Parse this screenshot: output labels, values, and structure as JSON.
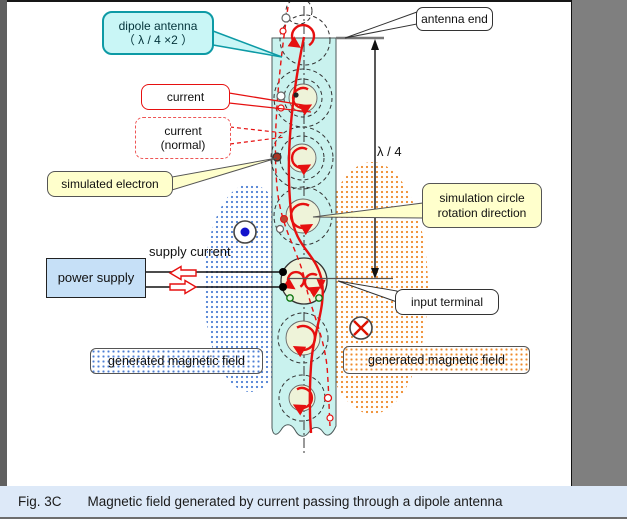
{
  "figure": {
    "caption_prefix": "Fig. 3C",
    "caption_text": "Magnetic field generated by current passing through a dipole antenna"
  },
  "callouts": {
    "dipole_antenna": {
      "line1": "dipole antenna",
      "line2": "（ λ / 4  ×2 ）"
    },
    "antenna_end": "antenna end",
    "current": "current",
    "current_normal": {
      "line1": "current",
      "line2": "(normal)"
    },
    "simulated_electron": "simulated electron",
    "lambda_quarter": "λ / 4",
    "sim_circle": {
      "line1": "simulation circle",
      "line2": "rotation direction"
    },
    "supply_current": "supply current",
    "power_supply": "power supply",
    "input_terminal": "input terminal",
    "generated_field_left": "generated magnetic field",
    "generated_field_right": "generated magnetic field"
  },
  "colors": {
    "antenna_fill": "#c9f2ee",
    "callout_cyan": "#c9f6f6",
    "callout_cyan_border": "#0d9aa5",
    "callout_yellow": "#ffffcc",
    "power_supply_fill": "#c6e0f7",
    "current_red": "#e61010",
    "field_left_dots": "#4d7fd4",
    "field_right_dots": "#ef8a2a",
    "caption_bg": "#dde9f8"
  }
}
